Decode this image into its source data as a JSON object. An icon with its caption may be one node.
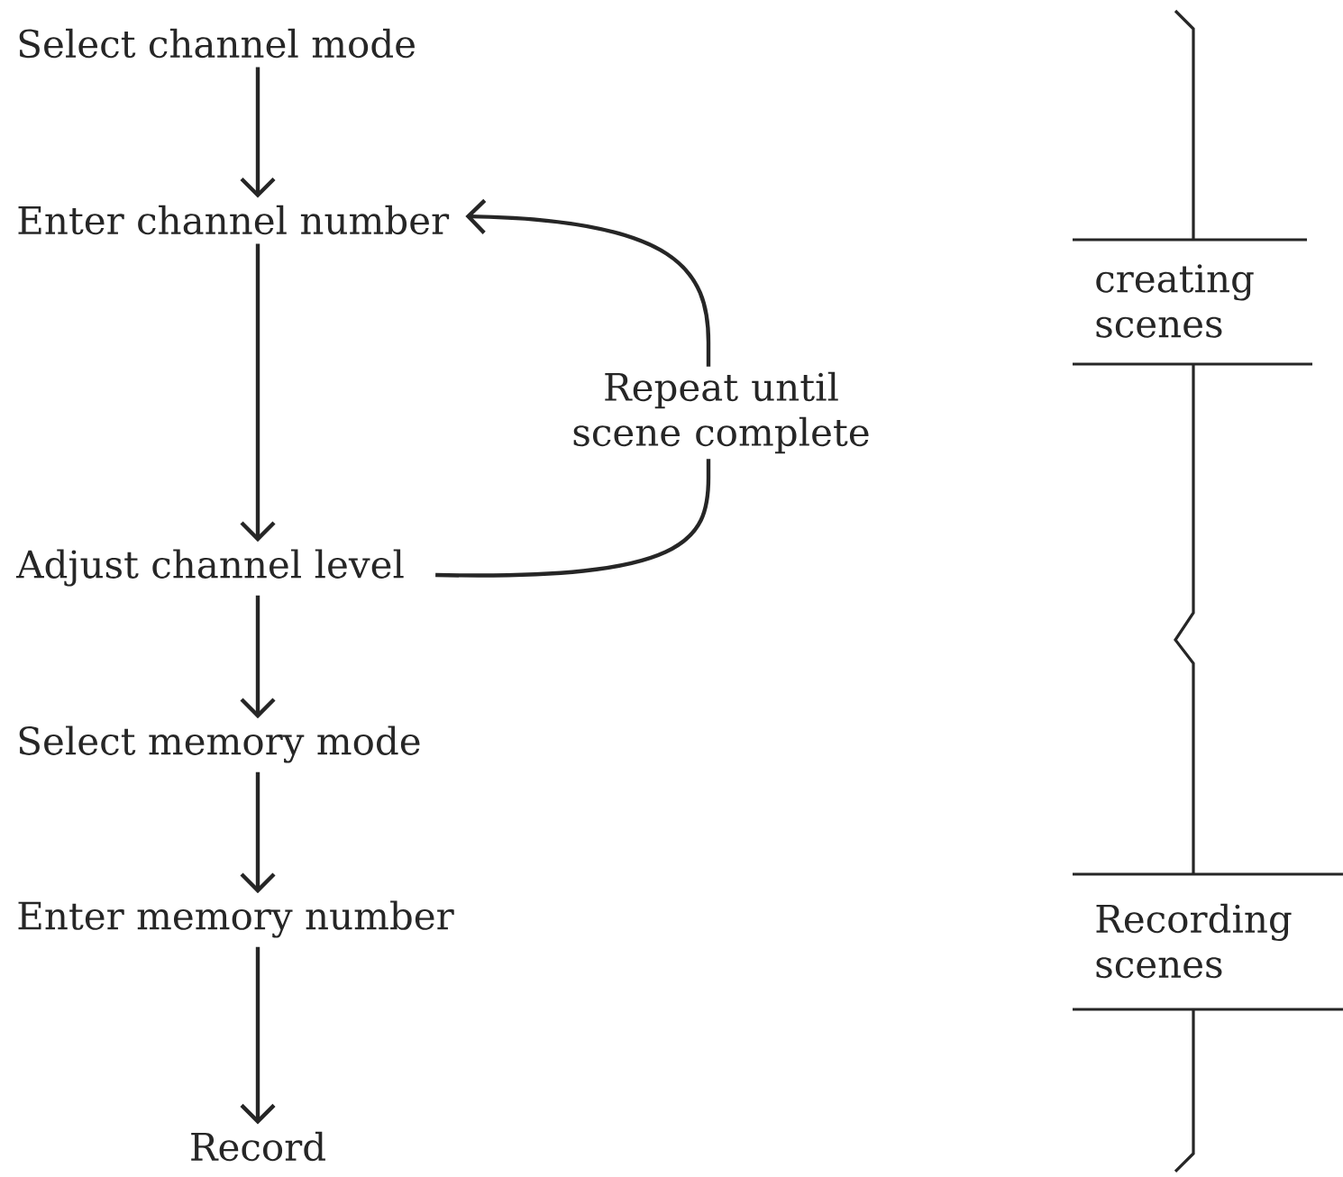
{
  "diagram": {
    "nodes": [
      {
        "text": [
          "Select channel mode"
        ]
      },
      {
        "text": [
          "Enter channel number"
        ]
      },
      {
        "text": [
          "Adjust channel level"
        ]
      },
      {
        "text": [
          "Select memory mode"
        ]
      },
      {
        "text": [
          "Enter memory number"
        ]
      },
      {
        "text": [
          "Record"
        ]
      }
    ],
    "edges": [
      {
        "from": 0,
        "to": 1,
        "arrow": "to"
      },
      {
        "from": 1,
        "to": 2,
        "arrow": "to"
      },
      {
        "from": 2,
        "to": 3,
        "arrow": "to"
      },
      {
        "from": 3,
        "to": 4,
        "arrow": "to"
      },
      {
        "from": 4,
        "to": 5,
        "arrow": "to"
      },
      {
        "from": 2,
        "to": 1,
        "arrow": "to",
        "label": "Repeat until scene complete"
      }
    ],
    "labels": [
      "creating scenes",
      "Recording scenes"
    ]
  }
}
